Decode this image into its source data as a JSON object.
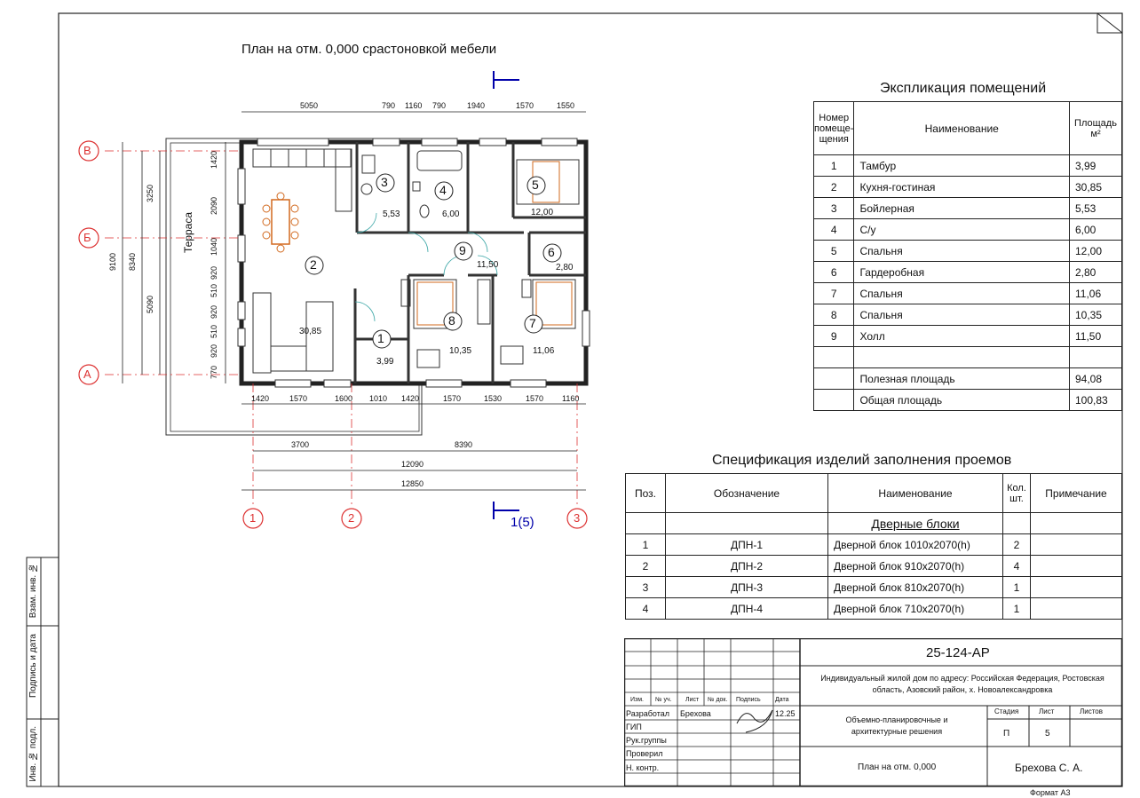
{
  "plan_title": "План на отм. 0,000 срастоновкой мебели",
  "terrace_label": "Терраса",
  "section_mark": "1(5)",
  "axes": {
    "rows": [
      "В",
      "Б",
      "А"
    ],
    "cols": [
      "1",
      "2",
      "3"
    ]
  },
  "dimensions": {
    "top": [
      "5050",
      "790",
      "1160",
      "790",
      "1940",
      "1570",
      "1550"
    ],
    "bottom": [
      "1420",
      "1570",
      "1600",
      "1010",
      "1420",
      "1570",
      "1530",
      "1570",
      "1160"
    ],
    "totals": [
      "3700",
      "8390",
      "12090",
      "12850"
    ],
    "left_outer": "9100",
    "left_mid": "8340",
    "left_parts": [
      "3250",
      "5090"
    ],
    "left_inner": [
      "1420",
      "2090",
      "1040",
      "920",
      "510",
      "920",
      "510",
      "920",
      "770"
    ]
  },
  "rooms": [
    {
      "num": "1",
      "area": "3,99"
    },
    {
      "num": "2",
      "area": "30,85"
    },
    {
      "num": "3",
      "area": "5,53"
    },
    {
      "num": "4",
      "area": "6,00"
    },
    {
      "num": "5",
      "area": "12,00"
    },
    {
      "num": "6",
      "area": "2,80"
    },
    {
      "num": "7",
      "area": "11,06"
    },
    {
      "num": "8",
      "area": "10,35"
    },
    {
      "num": "9",
      "area": "11,50"
    }
  ],
  "explication": {
    "title": "Экспликация помещений",
    "headers": [
      "Номер помеще-щения",
      "Наименование",
      "Площадь м²"
    ],
    "rows": [
      [
        "1",
        "Тамбур",
        "3,99"
      ],
      [
        "2",
        "Кухня-гостиная",
        "30,85"
      ],
      [
        "3",
        "Бойлерная",
        "5,53"
      ],
      [
        "4",
        "С/у",
        "6,00"
      ],
      [
        "5",
        "Спальня",
        "12,00"
      ],
      [
        "6",
        "Гардеробная",
        "2,80"
      ],
      [
        "7",
        "Спальня",
        "11,06"
      ],
      [
        "8",
        "Спальня",
        "10,35"
      ],
      [
        "9",
        "Холл",
        "11,50"
      ]
    ],
    "useful_label": "Полезная площадь",
    "useful_value": "94,08",
    "total_label": "Общая площадь",
    "total_value": "100,83"
  },
  "spec": {
    "title": "Спецификация изделий заполнения проемов",
    "headers": [
      "Поз.",
      "Обозначение",
      "Наименование",
      "Кол. шт.",
      "Примечание"
    ],
    "group": "Дверные блоки",
    "rows": [
      [
        "1",
        "ДПН-1",
        "Дверной блок 1010х2070(h)",
        "2"
      ],
      [
        "2",
        "ДПН-2",
        "Дверной блок 910х2070(h)",
        "4"
      ],
      [
        "3",
        "ДПН-3",
        "Дверной блок 810х2070(h)",
        "1"
      ],
      [
        "4",
        "ДПН-4",
        "Дверной блок 710х2070(h)",
        "1"
      ]
    ]
  },
  "stamp": {
    "code": "25-124-АР",
    "address": "Индивидуальный жилой дом по адресу: Российская Федерация, Ростовская область, Азовский район, х. Новоалександровка",
    "col_heads": [
      "Изм.",
      "№ уч.",
      "Лист",
      "№ док.",
      "Подпись",
      "Дата"
    ],
    "roles": [
      "Разработал",
      "ГИП",
      "Рук.группы",
      "Проверил",
      "Н. контр."
    ],
    "developer": "Брехова",
    "date": "12.25",
    "section_name": "Объемно-планировочные и архитектурные решения",
    "stage_label": "Стадия",
    "sheet_label": "Лист",
    "sheets_label": "Листов",
    "stage": "П",
    "sheet": "5",
    "drawing_name": "План на отм. 0,000",
    "author": "Брехова С. А."
  },
  "side_labels": [
    "Взам. инв. №",
    "Подпись и дата",
    "Инв. № подл."
  ],
  "format": "Формат А3"
}
